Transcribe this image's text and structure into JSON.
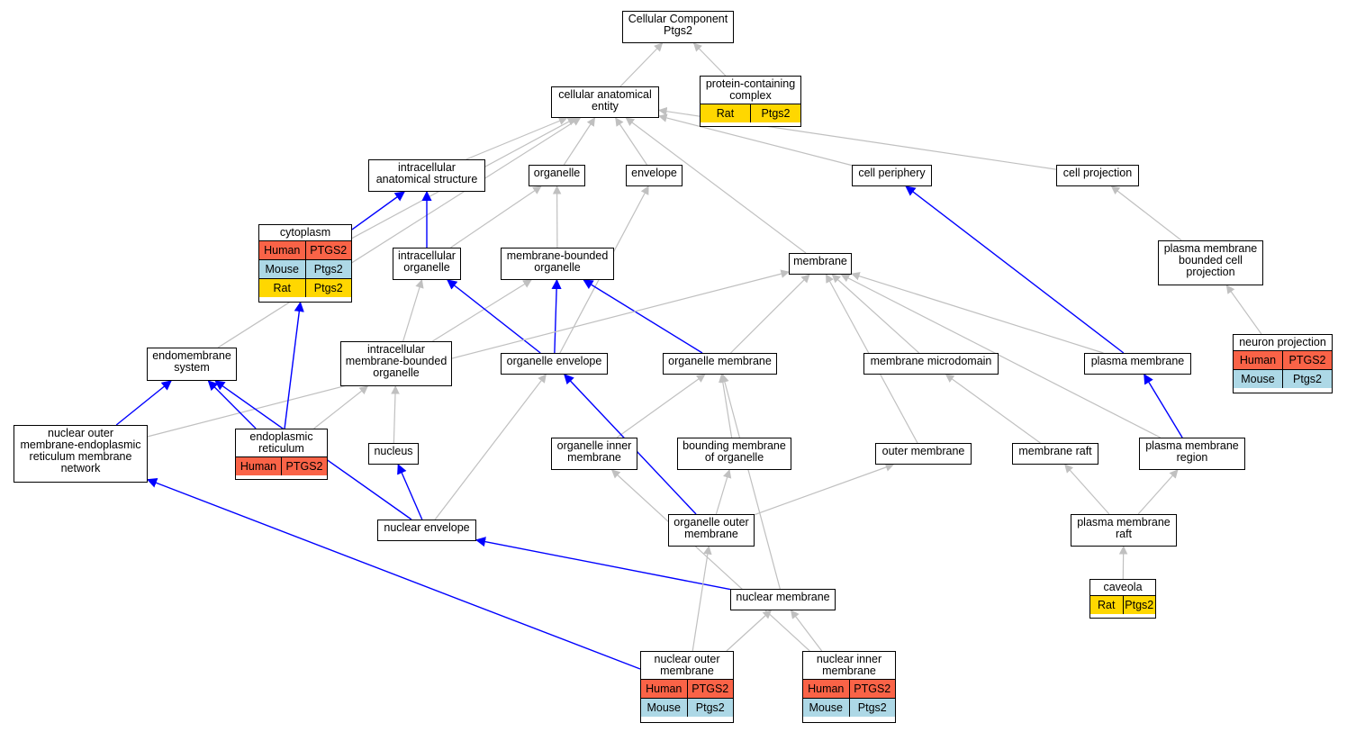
{
  "colors": {
    "human": "#fa6347",
    "mouse": "#add8e6",
    "rat": "#ffd700",
    "edge_grey": "#c0c0c0",
    "edge_blue": "#0000ff"
  },
  "nodes": {
    "cc": {
      "label": "Cellular Component\nPtgs2"
    },
    "cae": {
      "label": "cellular anatomical\nentity"
    },
    "pcc": {
      "label": "protein-containing\ncomplex",
      "orthologs": [
        [
          "Rat",
          "Ptgs2"
        ]
      ]
    },
    "ias": {
      "label": "intracellular\nanatomical structure"
    },
    "org": {
      "label": "organelle"
    },
    "env": {
      "label": "envelope"
    },
    "cper": {
      "label": "cell periphery"
    },
    "cproj": {
      "label": "cell projection"
    },
    "cyto": {
      "label": "cytoplasm",
      "orthologs": [
        [
          "Human",
          "PTGS2"
        ],
        [
          "Mouse",
          "Ptgs2"
        ],
        [
          "Rat",
          "Ptgs2"
        ]
      ]
    },
    "io": {
      "label": "intracellular\norganelle"
    },
    "mbo": {
      "label": "membrane-bounded\norganelle"
    },
    "mem": {
      "label": "membrane"
    },
    "pmbcp": {
      "label": "plasma membrane\nbounded cell\nprojection"
    },
    "neur": {
      "label": "neuron projection",
      "orthologs": [
        [
          "Human",
          "PTGS2"
        ],
        [
          "Mouse",
          "Ptgs2"
        ]
      ]
    },
    "endo": {
      "label": "endomembrane\nsystem"
    },
    "imbo": {
      "label": "intracellular\nmembrane-bounded\norganelle"
    },
    "oenv": {
      "label": "organelle envelope"
    },
    "omem": {
      "label": "organelle membrane"
    },
    "mmd": {
      "label": "membrane microdomain"
    },
    "pm": {
      "label": "plasma membrane"
    },
    "nome": {
      "label": "nuclear outer\nmembrane-endoplasmic\nreticulum membrane\nnetwork"
    },
    "er": {
      "label": "endoplasmic\nreticulum",
      "orthologs": [
        [
          "Human",
          "PTGS2"
        ]
      ]
    },
    "nuc": {
      "label": "nucleus"
    },
    "oim": {
      "label": "organelle inner\nmembrane"
    },
    "bmo": {
      "label": "bounding membrane\nof organelle"
    },
    "outm": {
      "label": "outer membrane"
    },
    "mraft": {
      "label": "membrane raft"
    },
    "pmr": {
      "label": "plasma membrane\nregion"
    },
    "nenv": {
      "label": "nuclear envelope"
    },
    "oom": {
      "label": "organelle outer\nmembrane"
    },
    "pmraft": {
      "label": "plasma membrane\nraft"
    },
    "cav": {
      "label": "caveola",
      "orthologs": [
        [
          "Rat",
          "Ptgs2"
        ]
      ]
    },
    "nmem": {
      "label": "nuclear membrane"
    },
    "nom": {
      "label": "nuclear outer\nmembrane",
      "orthologs": [
        [
          "Human",
          "PTGS2"
        ],
        [
          "Mouse",
          "Ptgs2"
        ]
      ]
    },
    "nim": {
      "label": "nuclear inner\nmembrane",
      "orthologs": [
        [
          "Human",
          "PTGS2"
        ],
        [
          "Mouse",
          "Ptgs2"
        ]
      ]
    }
  },
  "edges": [
    [
      "cae",
      "cc",
      "grey"
    ],
    [
      "pcc",
      "cc",
      "grey"
    ],
    [
      "ias",
      "cae",
      "grey"
    ],
    [
      "org",
      "cae",
      "grey"
    ],
    [
      "env",
      "cae",
      "grey"
    ],
    [
      "cper",
      "cae",
      "grey"
    ],
    [
      "cproj",
      "cae",
      "grey"
    ],
    [
      "mem",
      "cae",
      "grey"
    ],
    [
      "cyto",
      "cae",
      "grey"
    ],
    [
      "endo",
      "cae",
      "grey"
    ],
    [
      "cyto",
      "ias",
      "blue"
    ],
    [
      "io",
      "ias",
      "blue"
    ],
    [
      "io",
      "org",
      "grey"
    ],
    [
      "mbo",
      "org",
      "grey"
    ],
    [
      "pmbcp",
      "cproj",
      "grey"
    ],
    [
      "neur",
      "pmbcp",
      "grey"
    ],
    [
      "imbo",
      "io",
      "grey"
    ],
    [
      "imbo",
      "mbo",
      "grey"
    ],
    [
      "oenv",
      "io",
      "blue"
    ],
    [
      "oenv",
      "mbo",
      "blue"
    ],
    [
      "oenv",
      "env",
      "grey"
    ],
    [
      "omem",
      "mbo",
      "blue"
    ],
    [
      "omem",
      "mem",
      "grey"
    ],
    [
      "mmd",
      "mem",
      "grey"
    ],
    [
      "pm",
      "mem",
      "grey"
    ],
    [
      "pm",
      "cper",
      "blue"
    ],
    [
      "nome",
      "mem",
      "grey"
    ],
    [
      "nome",
      "endo",
      "blue"
    ],
    [
      "er",
      "endo",
      "blue"
    ],
    [
      "er",
      "cyto",
      "blue"
    ],
    [
      "er",
      "imbo",
      "grey"
    ],
    [
      "nuc",
      "imbo",
      "grey"
    ],
    [
      "oim",
      "omem",
      "grey"
    ],
    [
      "bmo",
      "omem",
      "grey"
    ],
    [
      "outm",
      "mem",
      "grey"
    ],
    [
      "mraft",
      "mmd",
      "grey"
    ],
    [
      "pmr",
      "pm",
      "blue"
    ],
    [
      "pmr",
      "mem",
      "grey"
    ],
    [
      "nenv",
      "nuc",
      "blue"
    ],
    [
      "nenv",
      "endo",
      "blue"
    ],
    [
      "nenv",
      "oenv",
      "grey"
    ],
    [
      "oom",
      "oenv",
      "blue"
    ],
    [
      "oom",
      "bmo",
      "grey"
    ],
    [
      "oom",
      "outm",
      "grey"
    ],
    [
      "pmraft",
      "mraft",
      "grey"
    ],
    [
      "pmraft",
      "pmr",
      "grey"
    ],
    [
      "cav",
      "pmraft",
      "grey"
    ],
    [
      "nmem",
      "nenv",
      "blue"
    ],
    [
      "nmem",
      "omem",
      "grey"
    ],
    [
      "nom",
      "nmem",
      "grey"
    ],
    [
      "nom",
      "oom",
      "grey"
    ],
    [
      "nom",
      "nome",
      "blue"
    ],
    [
      "nim",
      "nmem",
      "grey"
    ],
    [
      "nim",
      "oim",
      "grey"
    ]
  ]
}
